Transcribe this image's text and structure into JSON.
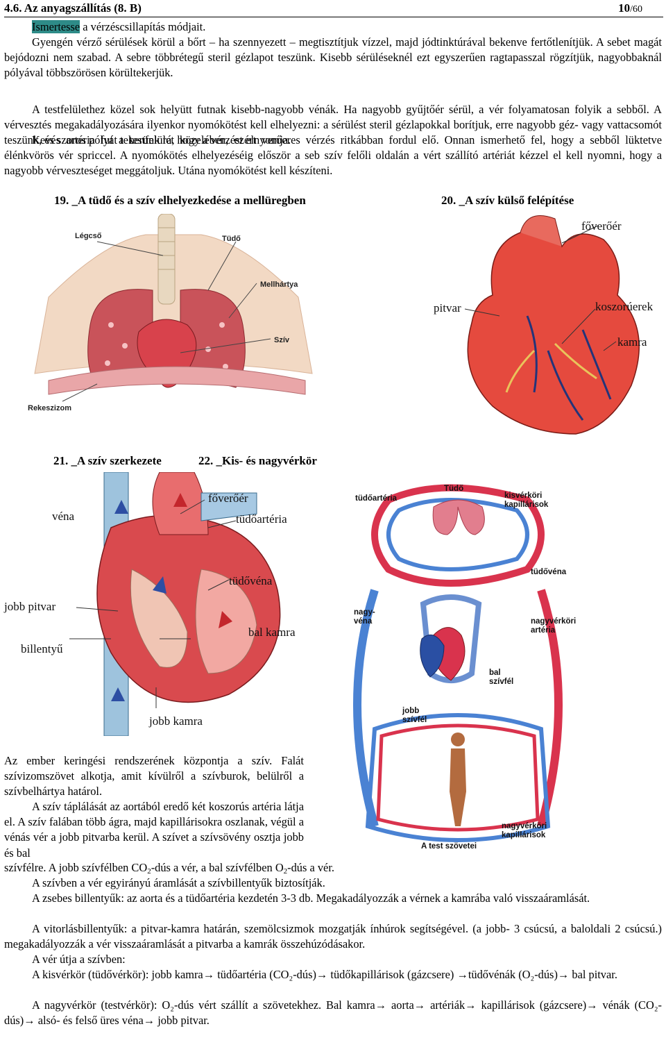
{
  "header": {
    "title": "4.6. Az anyagszállítás (8. B)",
    "page_num": "10",
    "page_total": "/60"
  },
  "intro": {
    "highlight": "Ismertesse",
    "line1_rest": " a vérzéscsillapítás módjait.",
    "p1": "Gyengén vérző sérülések körül a bőrt – ha szennyezett – megtisztítjuk vízzel, majd jódtinktúrával bekenve fertőtlenítjük. A sebet magát bejódozni nem szabad. A sebre többrétegű steril gézlapot teszünk. Kisebb sérüléseknél ezt egyszerűen ragtapasszal rögzítjük, nagyobbaknál pólyával többszörösen körültekerjük.",
    "p2": "A testfelülethez közel sok helyütt futnak kisebb-nagyobb vénák. Ha nagyobb gyűjtőér sérül, a vér folyamatosan folyik a sebből. A vérvesztés megakadályozására ilyenkor nyomókötést kell elhelyezni: a sérülést steril gézlapokkal borítjuk, erre nagyobb géz- vagy vattacsomót teszünk, és szoros pólyát tekerünk rá, hogy a vérzést elnyomja.",
    "p3": "Kevés artéria fut a testfelület közelében, ezért verőeres vérzés ritkábban fordul elő. Onnan ismerhető fel, hogy a sebből lüktetve élénkvörös vér spriccel. A nyomókötés elhelyezéséig először a seb szív felőli oldalán a vért szállító artériát kézzel el kell nyomni, hogy a nagyobb vérveszteséget meggátoljuk. Utána nyomókötést kell készíteni."
  },
  "captions": {
    "c19": "19. _A tüdő és a szív elhelyezkedése a mellüregben",
    "c20": "20. _A szív külső felépítése",
    "c21": "21. _A szív szerkezete",
    "c22": "22. _Kis- és nagyvérkör"
  },
  "fig19": {
    "legcso": "Légcső",
    "tudo": "Tüdő",
    "mellhartya": "Mellhártya",
    "sziv": "Szív",
    "rekeszizom": "Rekeszizom"
  },
  "fig20": {
    "foverer": "főverőér",
    "pitvar": "pitvar",
    "koszoruerek": "koszorúerek",
    "kamra": "kamra"
  },
  "fig21": {
    "foverer": "főverőér",
    "vena": "véna",
    "tudoarteria": "tüdőartéria",
    "tudovena": "tüdővéna",
    "jobb_pitvar": "jobb pitvar",
    "bal_kamra": "bal kamra",
    "billentyu": "billentyű",
    "jobb_kamra": "jobb kamra"
  },
  "fig22": {
    "tudo": "Tüdő",
    "tudoarteria": "tüdőartéria",
    "kisverkori": "kisvérköri kapillárisok",
    "tudovena": "tüdővéna",
    "nagyvena": "nagy-véna",
    "nagyverkori_arteria": "nagyvérköri artéria",
    "bal_szivfel": "bal szívfél",
    "jobb_szivfel": "jobb szívfél",
    "nagyverkori_kap": "nagyvérköri kapillárisok",
    "test_szovetei": "A test szövetei"
  },
  "body": {
    "p4": "Az ember keringési rendszerének központja a szív. Falát szívizomszövet alkotja, amit kívülről a szívburok, belülről a szívbelhártya határol.",
    "p5": "A szív táplálását az aortából eredő két koszorús artéria látja el. A szív falában több ágra, majd kapillárisokra oszlanak, végül a vénás vér a jobb pitvarba kerül. A szívet a szívsövény osztja jobb és bal",
    "p6": "A szívben a vér egyirányú áramlását a szívbillentyűk biztosítják.",
    "p7": "A zsebes billentyűk: az aorta és a tüdőartéria kezdetén 3-3 db. Megakadályozzák a vérnek a kamrába való visszaáramlását.",
    "p8": "A vitorlásbillentyűk: a pitvar-kamra határán, szemölcsizmok mozgatják ínhúrok segítségével. (a jobb- 3 csúcsú, a baloldali 2 csúcsú.) megakadályozzák a vér visszaáramlását a pitvarba a kamrák összehúzódásakor.",
    "p9": "A vér útja a szívben:",
    "p10": "A kisvérkör (tüdővérkör): jobb kamra→ tüdőartéria (CO₂-dús)→ tüdőkapillárisok (gázcsere) →tüdővénák (O₂-dús)→ bal pitvar.",
    "p11": "A nagyvérkör (testvérkör): O₂-dús vért szállít a szövetekhez. Bal kamra→ aorta→ artériák→ kapillárisok (gázcsere)→ vénák (CO₂-dús)→ alsó- és felső üres véna→ jobb pitvar."
  },
  "szivfel_line": {
    "a": "szívfélre. A jobb szívfélben CO",
    "b": "2",
    "c": "-dús a vér, a bal szívfélben O",
    "d": "2",
    "e": "-dús a vér."
  }
}
